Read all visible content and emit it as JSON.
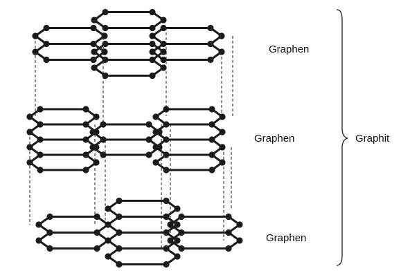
{
  "labels": {
    "layer_top": "Graphen",
    "layer_middle": "Graphen",
    "layer_bottom": "Graphen",
    "stack": "Graphit"
  },
  "layers": [
    {
      "name": "top-graphene-layer",
      "label_key": "layer_top"
    },
    {
      "name": "middle-graphene-layer",
      "label_key": "layer_middle"
    },
    {
      "name": "bottom-graphene-layer",
      "label_key": "layer_bottom"
    }
  ],
  "colors": {
    "bond": "#1a1a1a",
    "atom": "#1a1a1a",
    "text": "#111111"
  }
}
